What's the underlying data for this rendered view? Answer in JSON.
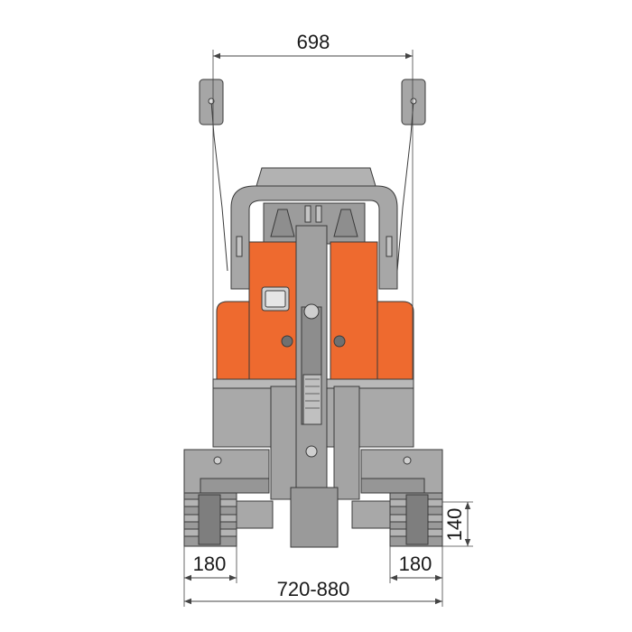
{
  "diagram": {
    "dimensions": {
      "top_width": "698",
      "track_left": "180",
      "track_right": "180",
      "overall_width": "720-880",
      "track_height": "140"
    },
    "colors": {
      "body_orange": "#ee6a2f",
      "body_grey": "#a8a8a8",
      "dark_grey": "#8a8a8a",
      "line": "#3a3a3a"
    }
  }
}
